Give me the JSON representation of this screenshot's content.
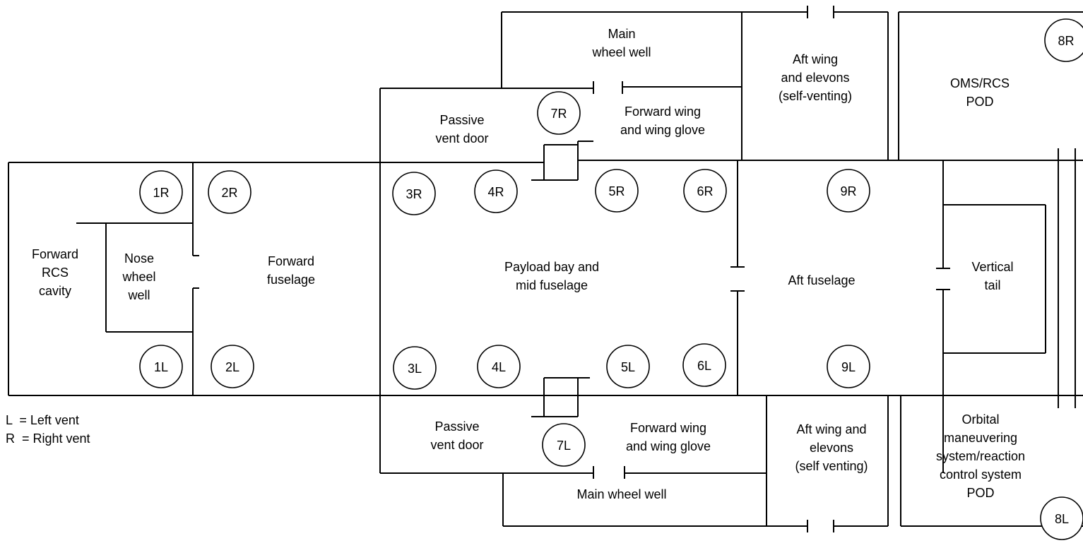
{
  "compartments": {
    "forward_rcs_cavity": [
      "Forward",
      "RCS",
      "cavity"
    ],
    "nose_wheel_well": [
      "Nose",
      "wheel",
      "well"
    ],
    "forward_fuselage": [
      "Forward",
      "fuselage"
    ],
    "payload_bay": [
      "Payload bay and",
      "mid fuselage"
    ],
    "aft_fuselage": [
      "Aft fuselage"
    ],
    "vertical_tail": [
      "Vertical",
      "tail"
    ],
    "passive_vent_door_right": [
      "Passive",
      "vent door"
    ],
    "passive_vent_door_left": [
      "Passive",
      "vent door"
    ],
    "forward_wing_right": [
      "Forward wing",
      "and wing glove"
    ],
    "forward_wing_left": [
      "Forward wing",
      "and wing glove"
    ],
    "main_wheel_well_right": [
      "Main",
      "wheel well"
    ],
    "main_wheel_well_left": [
      "Main wheel well"
    ],
    "aft_wing_right": [
      "Aft wing",
      "and elevons",
      "(self-venting)"
    ],
    "aft_wing_left": [
      "Aft wing and",
      "elevons",
      "(self venting)"
    ],
    "oms_rcs_pod_right": [
      "OMS/RCS",
      "POD"
    ],
    "oms_rcs_pod_left": [
      "Orbital",
      "maneuvering",
      "system/reaction",
      "control system",
      "POD"
    ]
  },
  "vents": {
    "v1R": "1R",
    "v2R": "2R",
    "v3R": "3R",
    "v4R": "4R",
    "v5R": "5R",
    "v6R": "6R",
    "v7R": "7R",
    "v8R": "8R",
    "v9R": "9R",
    "v1L": "1L",
    "v2L": "2L",
    "v3L": "3L",
    "v4L": "4L",
    "v5L": "5L",
    "v6L": "6L",
    "v7L": "7L",
    "v8L": "8L",
    "v9L": "9L"
  },
  "legend": {
    "left": "L  = Left vent",
    "right": "R  = Right vent"
  }
}
